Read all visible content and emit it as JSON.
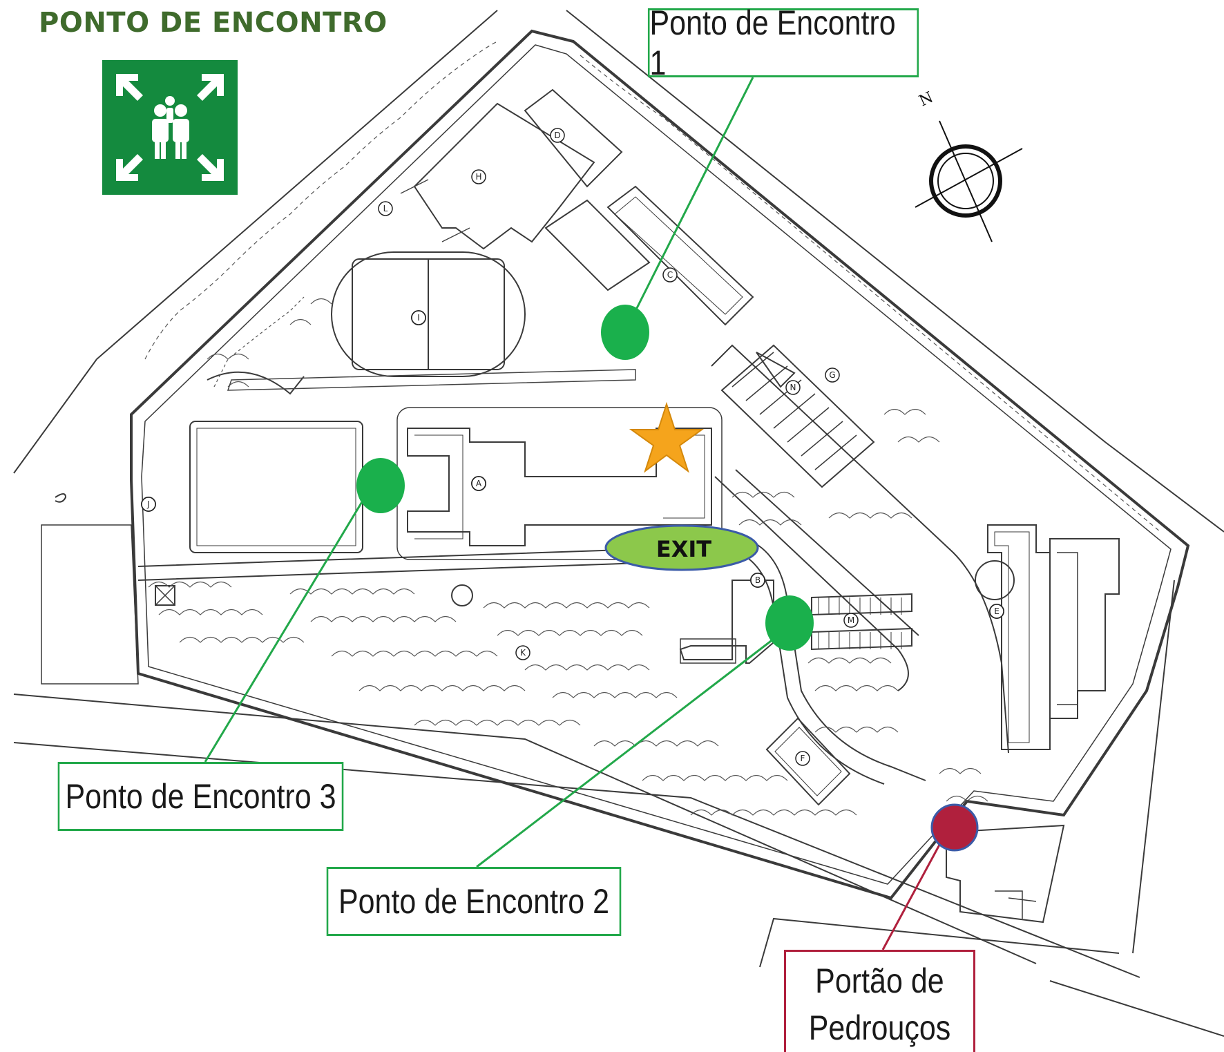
{
  "title": "PONTO DE ENCONTRO",
  "sign": {
    "icon": "assembly-point-icon",
    "color": "#148a3e"
  },
  "meeting_points": [
    {
      "label": "Ponto de Encontro 1",
      "color": "#1ab04c"
    },
    {
      "label": "Ponto de Encontro 2",
      "color": "#1ab04c"
    },
    {
      "label": "Ponto de Encontro 3",
      "color": "#1ab04c"
    }
  ],
  "gate": {
    "line1": "Portão de",
    "line2": "Pedrouços",
    "color": "#b0203d"
  },
  "exit": {
    "label": "EXIT",
    "color": "#8cc84b"
  },
  "star_color": "#f5a41c",
  "compass_label": "N",
  "building_letters": [
    "A",
    "B",
    "C",
    "D",
    "E",
    "F",
    "G",
    "H",
    "I",
    "J",
    "K",
    "L",
    "M",
    "N"
  ]
}
